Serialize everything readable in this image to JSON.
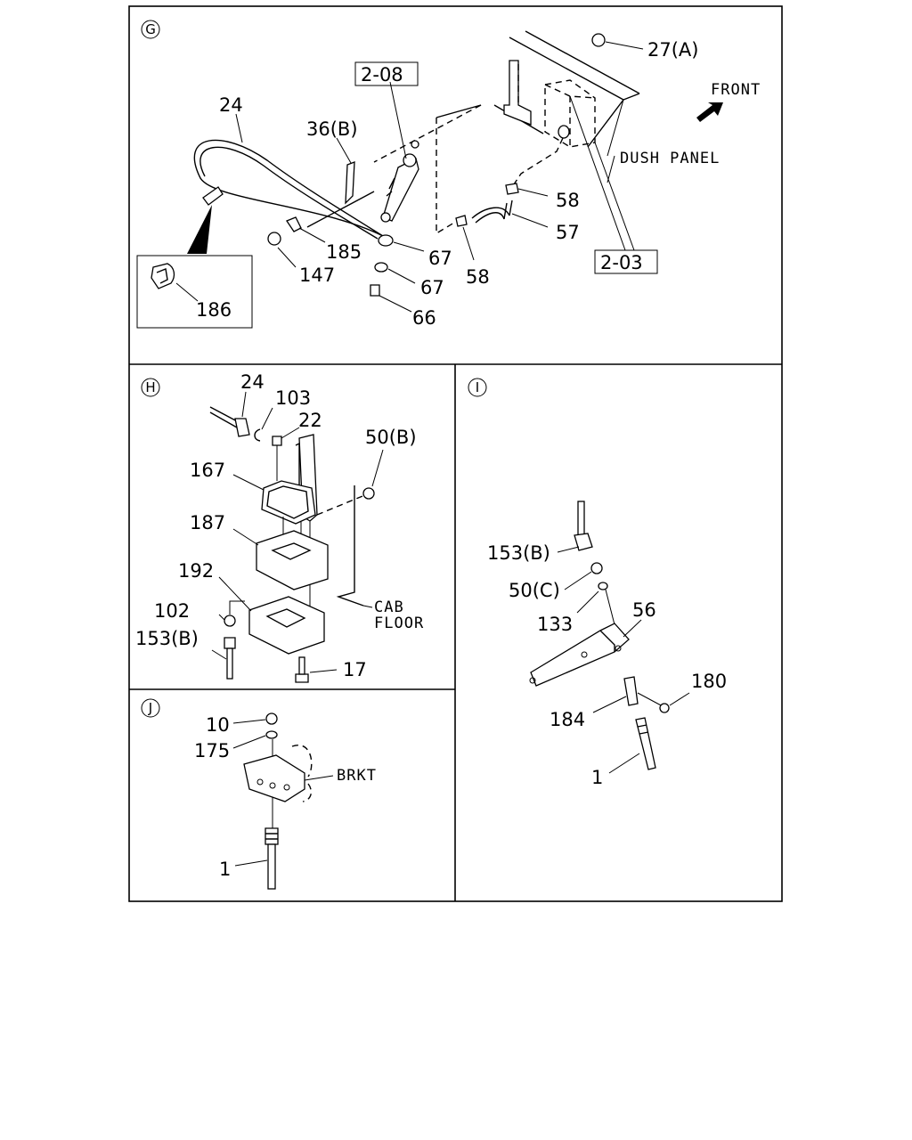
{
  "panels": {
    "g": {
      "marker": "G",
      "labels": {
        "l27a": "27(A)",
        "l208": "2-08",
        "front": "FRONT",
        "l24": "24",
        "l36b": "36(B)",
        "dush": "DUSH PANEL",
        "l58a": "58",
        "l57": "57",
        "l203": "2-03",
        "l185": "185",
        "l67a": "67",
        "l58b": "58",
        "l147": "147",
        "l67b": "67",
        "l66": "66",
        "l186": "186"
      }
    },
    "h": {
      "marker": "H",
      "labels": {
        "l24": "24",
        "l103": "103",
        "l22": "22",
        "l50b": "50(B)",
        "l167": "167",
        "l187": "187",
        "l192": "192",
        "cab": "CAB",
        "floor": "FLOOR",
        "l102": "102",
        "l153b": "153(B)",
        "l17": "17"
      }
    },
    "i": {
      "marker": "I",
      "labels": {
        "l153b": "153(B)",
        "l50c": "50(C)",
        "l133": "133",
        "l56": "56",
        "l180": "180",
        "l184": "184",
        "l1": "1"
      }
    },
    "j": {
      "marker": "J",
      "labels": {
        "l10": "10",
        "l175": "175",
        "brkt": "BRKT",
        "l1": "1"
      }
    }
  }
}
